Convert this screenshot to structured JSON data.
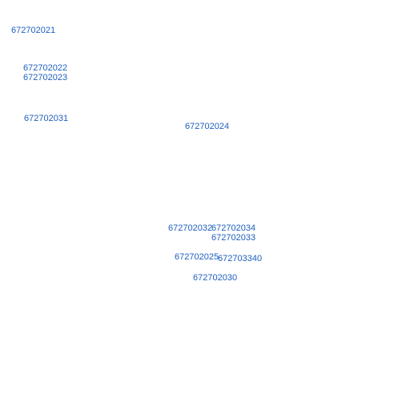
{
  "links": [
    "672702021",
    "672702022",
    "672702023",
    "672702031",
    "672702024",
    "672702032",
    "672702034",
    "672702033",
    "672702025",
    "672703340",
    "672702030"
  ],
  "colors": {
    "background": "#ffffff",
    "link": "#1f5fbf"
  }
}
